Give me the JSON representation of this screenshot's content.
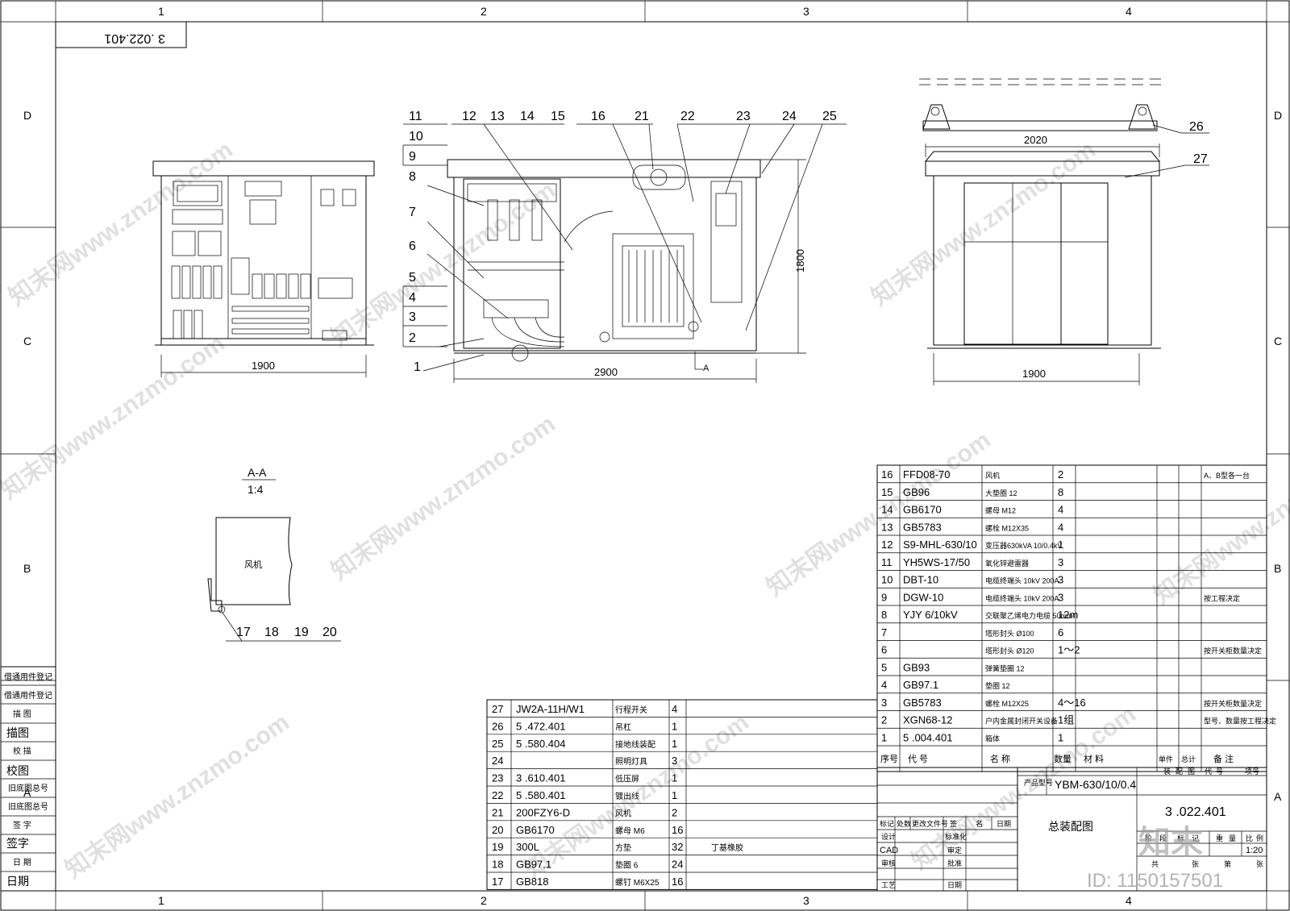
{
  "drawing_number": "3 .022.401",
  "zone_columns": [
    "1",
    "2",
    "3",
    "4"
  ],
  "zone_rows": [
    "D",
    "C",
    "B",
    "A"
  ],
  "dimensions": {
    "front_width": "1900",
    "side_length": "2900",
    "side_height": "1800",
    "rear_width": "1900",
    "roof_width": "2020"
  },
  "section": {
    "label": "A-A",
    "scale": "1:4",
    "fan_label": "风机",
    "cut_marker": "A"
  },
  "callouts_left": [
    "11",
    "10",
    "9",
    "8",
    "7",
    "6",
    "5",
    "4",
    "3",
    "2",
    "1"
  ],
  "callouts_top": [
    "12",
    "13",
    "14",
    "15",
    "16",
    "21",
    "22",
    "23",
    "24",
    "25"
  ],
  "callouts_rear": [
    "26",
    "27"
  ],
  "callouts_section": [
    "17",
    "18",
    "19",
    "20"
  ],
  "bom_right_header": [
    "序号",
    "代 号",
    "名 称",
    "数量",
    "材 料",
    "单件",
    "总计",
    "备 注"
  ],
  "bom_right": [
    {
      "no": "16",
      "code": "FFD08-70",
      "name": "风机",
      "qty": "2",
      "note": "A、B型各一台"
    },
    {
      "no": "15",
      "code": "GB96",
      "name": "大垫圈 12",
      "qty": "8",
      "note": ""
    },
    {
      "no": "14",
      "code": "GB6170",
      "name": "螺母 M12",
      "qty": "4",
      "note": ""
    },
    {
      "no": "13",
      "code": "GB5783",
      "name": "螺栓 M12X35",
      "qty": "4",
      "note": ""
    },
    {
      "no": "12",
      "code": "S9-MHL-630/10",
      "name": "变压器630kVA 10/0.4kV",
      "qty": "1",
      "note": ""
    },
    {
      "no": "11",
      "code": "YH5WS-17/50",
      "name": "氧化锌避雷器",
      "qty": "3",
      "note": ""
    },
    {
      "no": "10",
      "code": "DBT-10",
      "name": "电缆终端头 10kV 200A",
      "qty": "3",
      "note": ""
    },
    {
      "no": "9",
      "code": "DGW-10",
      "name": "电缆终端头 10kV 200A",
      "qty": "3",
      "note": "按工程决定"
    },
    {
      "no": "8",
      "code": "YJY 6/10kV",
      "name": "交联聚乙烯电力电缆 50mm²",
      "qty": "12m",
      "note": ""
    },
    {
      "no": "7",
      "code": "",
      "name": "塔形封头 Ø100",
      "qty": "6",
      "note": ""
    },
    {
      "no": "6",
      "code": "",
      "name": "塔形封头 Ø120",
      "qty": "1～2",
      "note": "按开关柜数量决定"
    },
    {
      "no": "5",
      "code": "GB93",
      "name": "弹簧垫圈 12",
      "qty": "",
      "note": ""
    },
    {
      "no": "4",
      "code": "GB97.1",
      "name": "垫圈 12",
      "qty": "",
      "note": ""
    },
    {
      "no": "3",
      "code": "GB5783",
      "name": "螺栓 M12X25",
      "qty": "4～16",
      "note": "按开关柜数量决定"
    },
    {
      "no": "2",
      "code": "XGN68-12",
      "name": "户内金属封闭开关设备",
      "qty": "1组",
      "note": "型号、数量按工程决定"
    },
    {
      "no": "1",
      "code": "5 .004.401",
      "name": "箱体",
      "qty": "1",
      "note": ""
    }
  ],
  "bom_left": [
    {
      "no": "27",
      "code": "JW2A-11H/W1",
      "name": "行程开关",
      "qty": "4",
      "note": ""
    },
    {
      "no": "26",
      "code": "5 .472.401",
      "name": "吊杠",
      "qty": "1",
      "note": ""
    },
    {
      "no": "25",
      "code": "5 .580.404",
      "name": "接地线装配",
      "qty": "1",
      "note": ""
    },
    {
      "no": "24",
      "code": "",
      "name": "照明灯具",
      "qty": "3",
      "note": ""
    },
    {
      "no": "23",
      "code": "3 .610.401",
      "name": "低压屏",
      "qty": "1",
      "note": ""
    },
    {
      "no": "22",
      "code": "5 .580.401",
      "name": "镀出线",
      "qty": "1",
      "note": ""
    },
    {
      "no": "21",
      "code": "200FZY6-D",
      "name": "风机",
      "qty": "2",
      "note": ""
    },
    {
      "no": "20",
      "code": "GB6170",
      "name": "螺母 M6",
      "qty": "16",
      "note": ""
    },
    {
      "no": "19",
      "code": "300L",
      "name": "方垫",
      "qty": "32",
      "note": "丁基橡胶"
    },
    {
      "no": "18",
      "code": "GB97.1",
      "name": "垫圈 6",
      "qty": "24",
      "note": ""
    },
    {
      "no": "17",
      "code": "GB818",
      "name": "螺钉 M6X25",
      "qty": "16",
      "note": ""
    }
  ],
  "title_block": {
    "product_label": "产品型号",
    "product_model": "YBM-630/10/0.4",
    "drawing_title": "总装配图",
    "drawing_no": "3 .022.401",
    "scale": "1:20",
    "header_cells": [
      "装",
      "配",
      "图",
      "代",
      "号",
      "项号"
    ],
    "rev_headers": [
      "标记",
      "处数",
      "更改文件号",
      "签",
      "名",
      "日期"
    ],
    "roles": [
      "设计",
      "CAD",
      "审核",
      "工艺"
    ],
    "roles2": [
      "标准化",
      "审定",
      "批准",
      "日期"
    ],
    "weight_labels": [
      "阶",
      "段",
      "标",
      "记",
      "重",
      "量",
      "比",
      "例"
    ],
    "sheet_labels": [
      "共",
      "张",
      "第",
      "张"
    ]
  },
  "sidebar": [
    "借通用件登记",
    "借通用件登记",
    "描 图",
    "描图",
    "校 描",
    "校图",
    "旧底图总号",
    "旧底图总号",
    "签 字",
    "签字",
    "日 期",
    "日期"
  ],
  "watermark": "知末网www.znzmo.com",
  "stamp_id": "ID: 1150157501",
  "stamp_logo": "知末"
}
